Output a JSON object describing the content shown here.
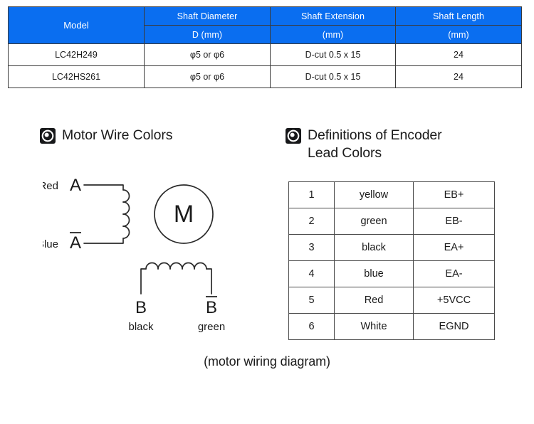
{
  "spec_table": {
    "colors": {
      "header_bg": "#0a6ef0",
      "header_text": "#ffffff",
      "border": "#3a3a3a"
    },
    "headers_row1": [
      "Model",
      "Shaft Diameter",
      "Shaft Extension",
      "Shaft Length"
    ],
    "headers_row2": [
      "D (mm)",
      "(mm)",
      "(mm)"
    ],
    "rows": [
      {
        "model": "LC42H249",
        "shaft_diameter": "φ5 or φ6",
        "shaft_extension": "D-cut 0.5 x 15",
        "shaft_length": "24"
      },
      {
        "model": "LC42HS261",
        "shaft_diameter": "φ5 or φ6",
        "shaft_extension": "D-cut 0.5 x 15",
        "shaft_length": "24"
      }
    ]
  },
  "motor_section": {
    "icon": "target-badge-icon",
    "title": "Motor Wire Colors",
    "diagram": {
      "motor_label": "M",
      "phase_a_terminal": "A",
      "phase_a_bar_terminal": "A",
      "phase_a_wire_color": "Red",
      "phase_a_bar_wire_color": "Blue",
      "phase_b_terminal": "B",
      "phase_b_bar_terminal": "B",
      "phase_b_wire_color": "black",
      "phase_b_bar_wire_color": "green"
    }
  },
  "encoder_section": {
    "icon": "target-badge-icon",
    "title": "Definitions of Encoder\nLead Colors",
    "table": {
      "rows": [
        {
          "no": "1",
          "color": "yellow",
          "signal": "EB+"
        },
        {
          "no": "2",
          "color": "green",
          "signal": "EB-"
        },
        {
          "no": "3",
          "color": "black",
          "signal": "EA+"
        },
        {
          "no": "4",
          "color": "blue",
          "signal": "EA-"
        },
        {
          "no": "5",
          "color": "Red",
          "signal": "+5VCC"
        },
        {
          "no": "6",
          "color": "White",
          "signal": "EGND"
        }
      ]
    }
  },
  "caption": "(motor wiring diagram)"
}
